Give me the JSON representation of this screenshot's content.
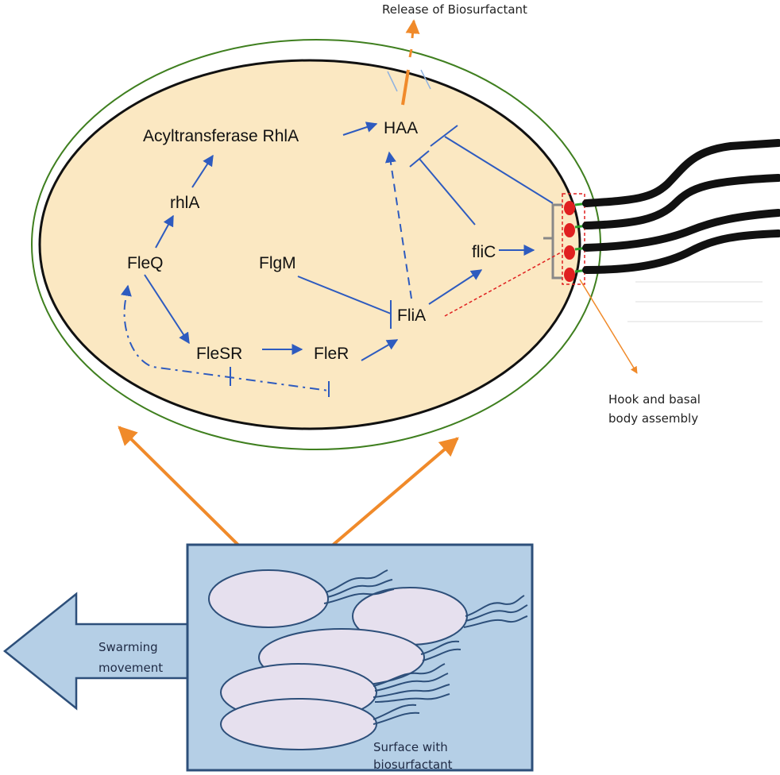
{
  "labels": {
    "release": "Release of Biosurfactant",
    "acyltransferase": "Acyltransferase RhlA",
    "haa": "HAA",
    "rhla_gene": "rhlA",
    "fleq": "FleQ",
    "flgm": "FlgM",
    "flia": "FliA",
    "flic": "fliC",
    "flesr": "FleSR",
    "fler": "FleR",
    "hook_line1": "Hook and basal",
    "hook_line2": "body assembly",
    "swarm_line1": "Swarming",
    "swarm_line2": "movement",
    "surface_line1": "Surface with",
    "surface_line2": "biosurfactant"
  },
  "colors": {
    "cytoplasm": "#fbe8c2",
    "membrane": "#111111",
    "outer_membrane": "#3f7f1f",
    "pathway": "#2e5bbf",
    "orange": "#f08a2a",
    "flagella": "#111111",
    "hook_red": "#e02020",
    "hook_green": "#2aa02a",
    "surface_box": "#b5cfe6",
    "surface_border": "#2d4f7a",
    "swarm_cell": "#e6e0ee",
    "swarm_arrow": "#b5cfe6"
  }
}
